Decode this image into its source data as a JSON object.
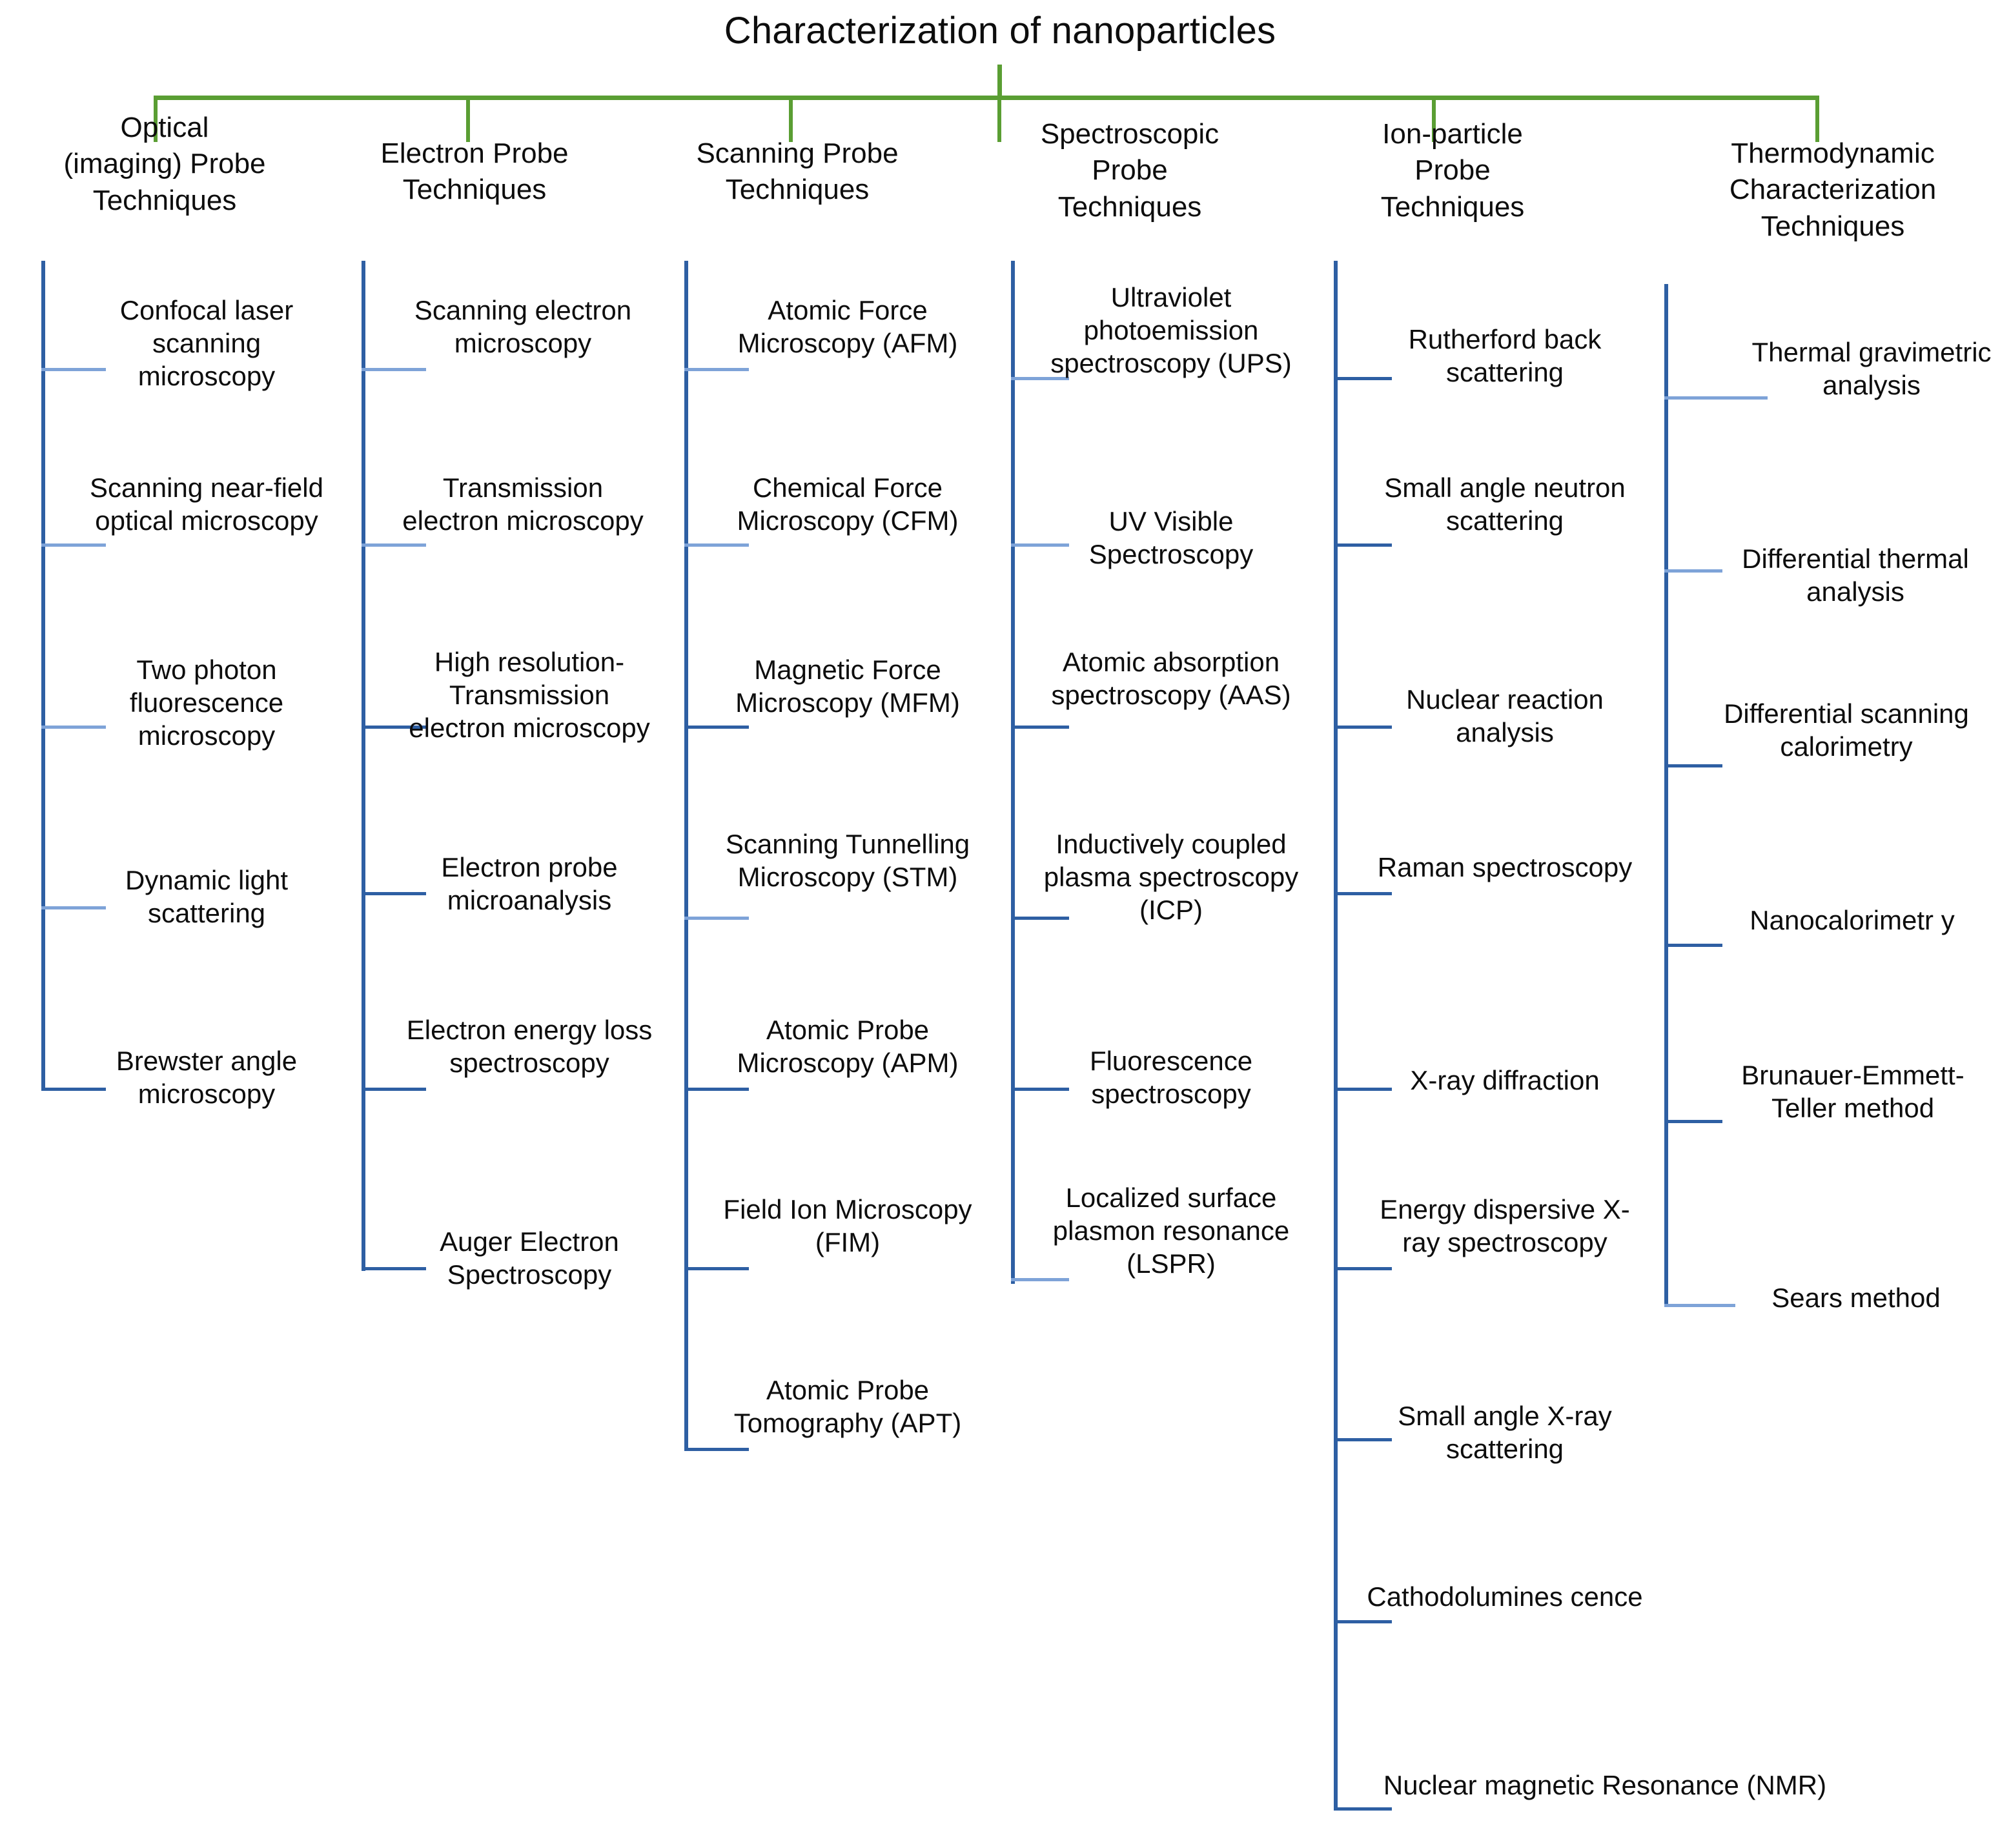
{
  "diagram": {
    "title": "Characterization of nanoparticles",
    "type": "hierarchy-tree",
    "root_connector_color": "#5a9e33",
    "branch_connector_color": "#2e5fa3",
    "leaf_connector_color": "#7ea3d8",
    "branches": [
      {
        "id": "optical",
        "heading": "Optical (imaging) Probe Techniques",
        "heading_lines": [
          "Optical",
          "(imaging) Probe",
          "Techniques"
        ],
        "items": [
          "Confocal laser scanning microscopy",
          "Scanning near-field optical microscopy",
          "Two photon fluorescence microscopy",
          "Dynamic light scattering",
          "Brewster angle microscopy"
        ]
      },
      {
        "id": "electron",
        "heading": "Electron Probe Techniques",
        "heading_lines": [
          "Electron Probe",
          "Techniques"
        ],
        "items": [
          "Scanning electron microscopy",
          "Transmission electron microscopy",
          "High resolution-Transmission electron microscopy",
          "Electron probe microanalysis",
          "Electron energy loss spectroscopy",
          "Auger Electron Spectroscopy"
        ]
      },
      {
        "id": "scanning",
        "heading": "Scanning Probe Techniques",
        "heading_lines": [
          "Scanning Probe",
          "Techniques"
        ],
        "items": [
          "Atomic Force Microscopy (AFM)",
          "Chemical Force Microscopy (CFM)",
          "Magnetic Force Microscopy (MFM)",
          "Scanning Tunnelling Microscopy (STM)",
          "Atomic Probe Microscopy (APM)",
          "Field Ion Microscopy (FIM)",
          "Atomic Probe Tomography (APT)"
        ]
      },
      {
        "id": "spectroscopic",
        "heading": "Spectroscopic Probe Techniques",
        "heading_lines": [
          "Spectroscopic",
          "Probe",
          "Techniques"
        ],
        "items": [
          "Ultraviolet photoemission spectroscopy (UPS)",
          "UV Visible Spectroscopy",
          "Atomic absorption spectroscopy (AAS)",
          "Inductively coupled plasma spectroscopy (ICP)",
          "Fluorescence spectroscopy",
          "Localized surface plasmon resonance (LSPR)"
        ]
      },
      {
        "id": "ion-particle",
        "heading": "Ion-particle Probe Techniques",
        "heading_lines": [
          "Ion-particle",
          "Probe",
          "Techniques"
        ],
        "items": [
          "Rutherford back scattering",
          "Small angle neutron scattering",
          "Nuclear reaction analysis",
          "Raman spectroscopy",
          "X-ray diffraction",
          "Energy dispersive X-ray spectroscopy",
          "Small angle X-ray scattering",
          "Cathodolumines cence",
          "Nuclear magnetic Resonance (NMR)"
        ]
      },
      {
        "id": "thermodynamic",
        "heading": "Thermodynamic Characterization Techniques",
        "heading_lines": [
          "Thermodynamic",
          "Characterization",
          "Techniques"
        ],
        "items": [
          "Thermal gravimetric analysis",
          "Differential thermal analysis",
          "Differential scanning calorimetry",
          "Nanocalorimetr y",
          "Brunauer-Emmett-Teller method",
          "Sears method"
        ]
      }
    ]
  }
}
